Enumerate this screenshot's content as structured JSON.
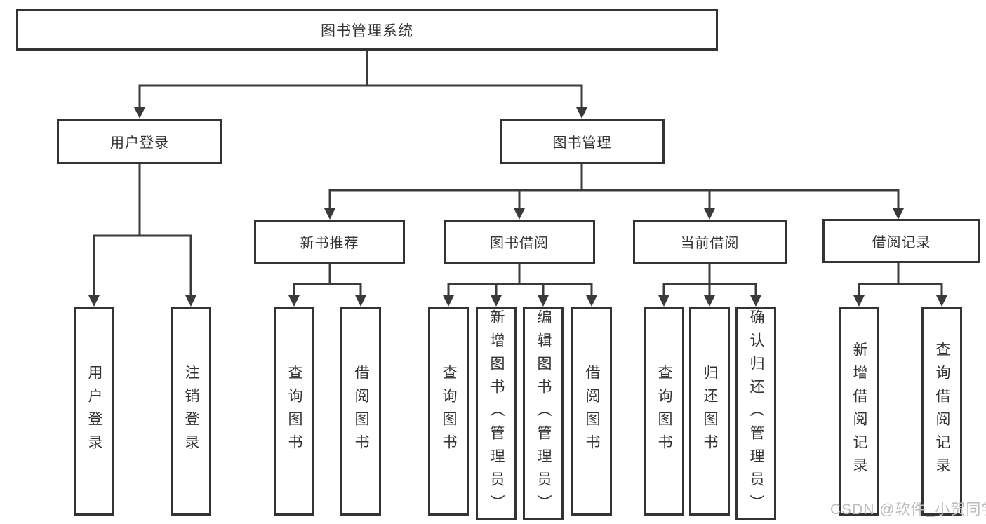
{
  "colors": {
    "line": "#3a3a3a",
    "text": "#333333",
    "watermark_text": "#bcbcbc",
    "background": "#ffffff"
  },
  "nodes": {
    "root": {
      "label": "图书管理系统"
    },
    "level2": [
      {
        "id": "user-login",
        "label": "用户登录"
      },
      {
        "id": "book-management",
        "label": "图书管理"
      }
    ],
    "level3": [
      {
        "id": "new-book-recommend",
        "label": "新书推荐"
      },
      {
        "id": "book-borrow",
        "label": "图书借阅"
      },
      {
        "id": "current-borrow",
        "label": "当前借阅"
      },
      {
        "id": "borrow-records",
        "label": "借阅记录"
      }
    ],
    "leaves": {
      "user_login": [
        {
          "label": "用户登录"
        },
        {
          "label": "注销登录"
        }
      ],
      "new_book_recommend": [
        {
          "label": "查询图书"
        },
        {
          "label": "借阅图书"
        }
      ],
      "book_borrow": [
        {
          "label": "查询图书"
        },
        {
          "label": "新增图书（管理员）"
        },
        {
          "label": "编辑图书（管理员）"
        },
        {
          "label": "借阅图书"
        }
      ],
      "current_borrow": [
        {
          "label": "查询图书"
        },
        {
          "label": "归还图书"
        },
        {
          "label": "确认归还（管理员）"
        }
      ],
      "borrow_records": [
        {
          "label": "新增借阅记录"
        },
        {
          "label": "查询借阅记录"
        }
      ]
    }
  },
  "watermark": "CSDN @软件_小贺同学"
}
